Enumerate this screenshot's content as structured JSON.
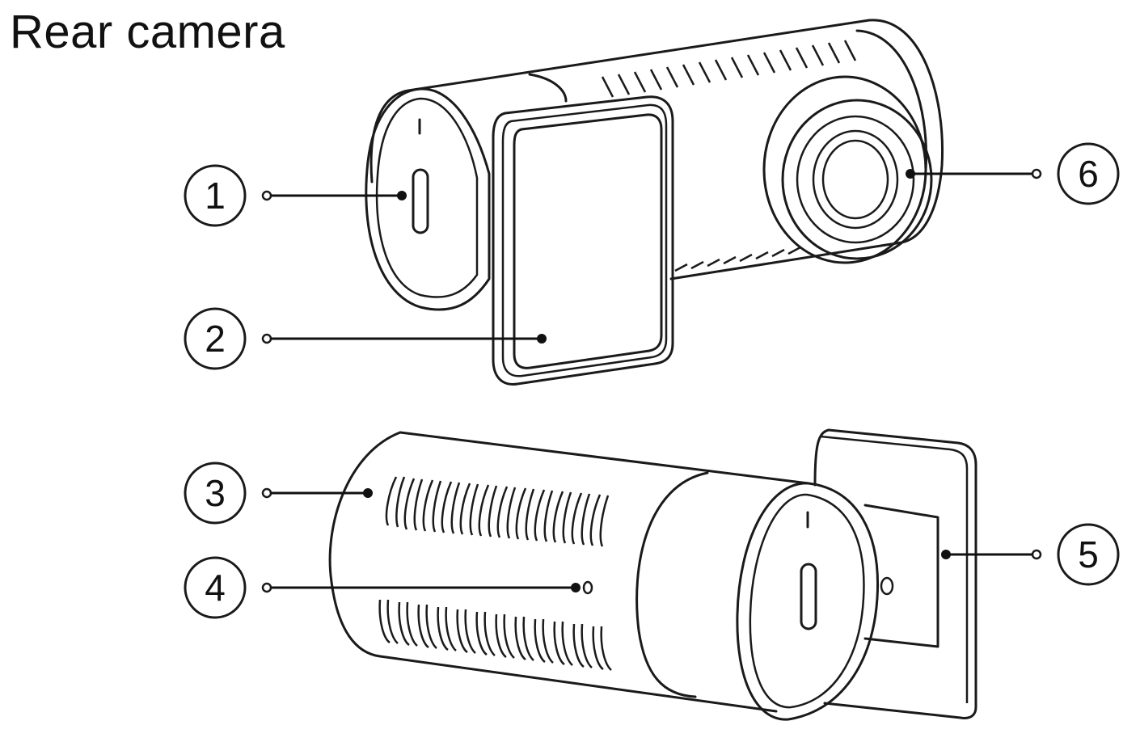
{
  "title": "Rear camera",
  "callouts": [
    {
      "id": "1",
      "label": "1"
    },
    {
      "id": "2",
      "label": "2"
    },
    {
      "id": "3",
      "label": "3"
    },
    {
      "id": "4",
      "label": "4"
    },
    {
      "id": "5",
      "label": "5"
    },
    {
      "id": "6",
      "label": "6"
    }
  ],
  "colors": {
    "line": "#1a1a1a",
    "background": "#ffffff"
  }
}
